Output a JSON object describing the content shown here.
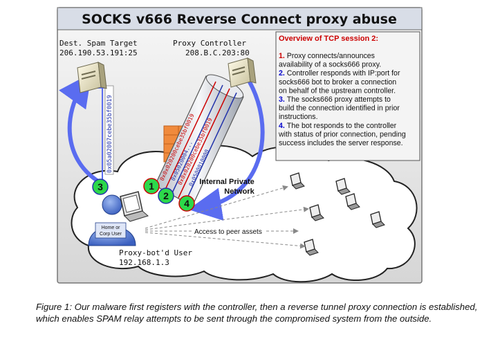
{
  "title": "SOCKS v666 Reverse Connect proxy abuse",
  "dest": {
    "label": "Dest. Spam Target",
    "ip": "206.190.53.191:25"
  },
  "controller": {
    "label": "Proxy Controller",
    "ip": "208.B.C.203:80"
  },
  "overview": {
    "heading": "Overview of TCP session 2:",
    "steps": [
      {
        "num": "1.",
        "lines": [
          "Proxy connects/announces",
          "availability of a socks666 proxy."
        ]
      },
      {
        "num": "2.",
        "lines": [
          "Controller responds with IP:port for",
          "socks666 bot to broker a connection",
          "on behalf of the upstream controller."
        ]
      },
      {
        "num": "3.",
        "lines": [
          "The socks666 proxy attempts to",
          "build the connection identified in prior",
          "instructions."
        ]
      },
      {
        "num": "4.",
        "lines": [
          "The bot responds to the controller",
          "with status of prior connection, pending",
          "success includes the server response."
        ]
      }
    ]
  },
  "tunnel_labels": [
    "0x0x020200cebe35bf0019",
    "0x05020004...",
    "0x0x020200cebe35bf0019",
    "0x0500010000"
  ],
  "vertical_label": "0x05a02007cebe35bf0019",
  "network_label": [
    "Internal Private",
    "Network"
  ],
  "home_user_label": [
    "Home or",
    "Corp User"
  ],
  "access_label": "Access to peer assets",
  "user": {
    "label": "Proxy-bot'd User",
    "ip": "192.168.1.3"
  },
  "badges": [
    "1",
    "2",
    "3",
    "4"
  ],
  "caption": "Figure 1: Our malware first registers with the controller, then a reverse tunnel proxy connection is established, which enables SPAM relay attempts to be sent through the compromised system from the outside.",
  "colors": {
    "title_bg": "#d8dde7",
    "panel_bg": "#e4e4e4",
    "arrow_blue": "#5a6cf0",
    "badge_green": "#2cd84a",
    "firewall": "#f08a3c",
    "accent_red": "#cc0000"
  }
}
